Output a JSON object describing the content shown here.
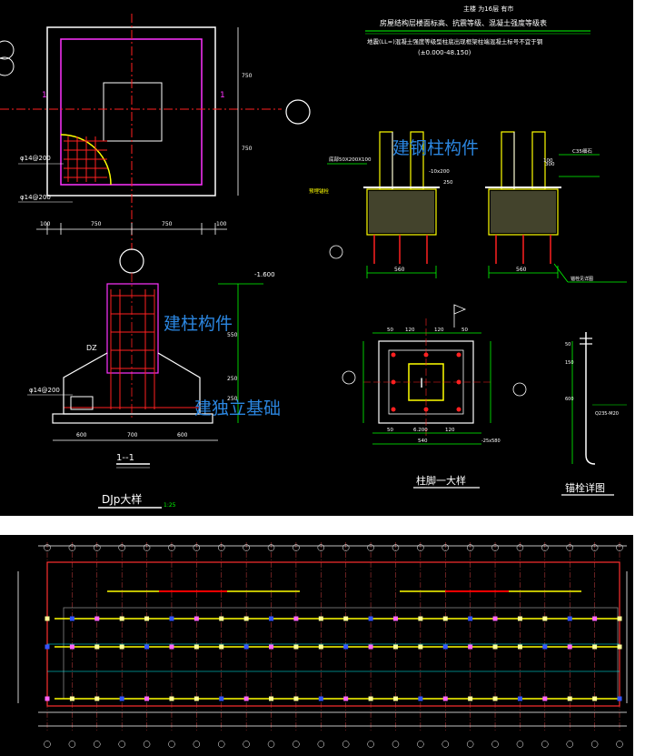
{
  "top_panel": {
    "overlay_labels": {
      "steel_column": "建钢柱构件",
      "column": "建柱构件",
      "isolated_footing": "建独立基础"
    },
    "title_lines": {
      "line1": "主楼    为16层 有市",
      "line2": "房屋结构层楼面标高、抗震等级、混凝土强度等级表",
      "line3": "地震(LL=)混凝土强度等级型柱底出现框架柱端混凝土标号不宜于钢",
      "line4": "(±0.000-48.150)"
    },
    "footing_plan": {
      "dims_bottom": [
        "100",
        "750",
        "750",
        "100"
      ],
      "dims_right": [
        "750",
        "750"
      ],
      "axis_mark": "1",
      "rebar_note_1": "φ14@200",
      "rebar_note_2": "φ14@200"
    },
    "section": {
      "label_dz": "DZ",
      "rebar_note": "φ14@200",
      "elev": "-1.600",
      "dims_bottom": [
        "600",
        "700",
        "600"
      ],
      "dims_side": [
        "250",
        "250",
        "550"
      ],
      "title": "1--1"
    },
    "detail_title": "DJp大样",
    "detail_scale": "1:25",
    "steel_base": {
      "note_left_1": "底部50X200X100",
      "note_left_2": "预埋锚栓",
      "note_mid": "-10x200",
      "dim_top": "300",
      "dim_mid": "250",
      "dims_bottom": [
        "560",
        "560"
      ],
      "note_right_1": "C35细石",
      "note_right_2": "锚栓见详图",
      "note_side": "100"
    },
    "column_base_plan": {
      "dims_top": [
        "50",
        "120",
        "120",
        "50"
      ],
      "dims_bottom": [
        "50",
        "6.200",
        "120"
      ],
      "dims_total": "540",
      "note": "-25x580",
      "title": "柱脚一大样"
    },
    "anchor_detail": {
      "dims": [
        "50",
        "150",
        "600"
      ],
      "note": "Q235-M20",
      "title": "锚栓详图"
    }
  },
  "bottom_panel": {
    "axis_count": 24
  }
}
